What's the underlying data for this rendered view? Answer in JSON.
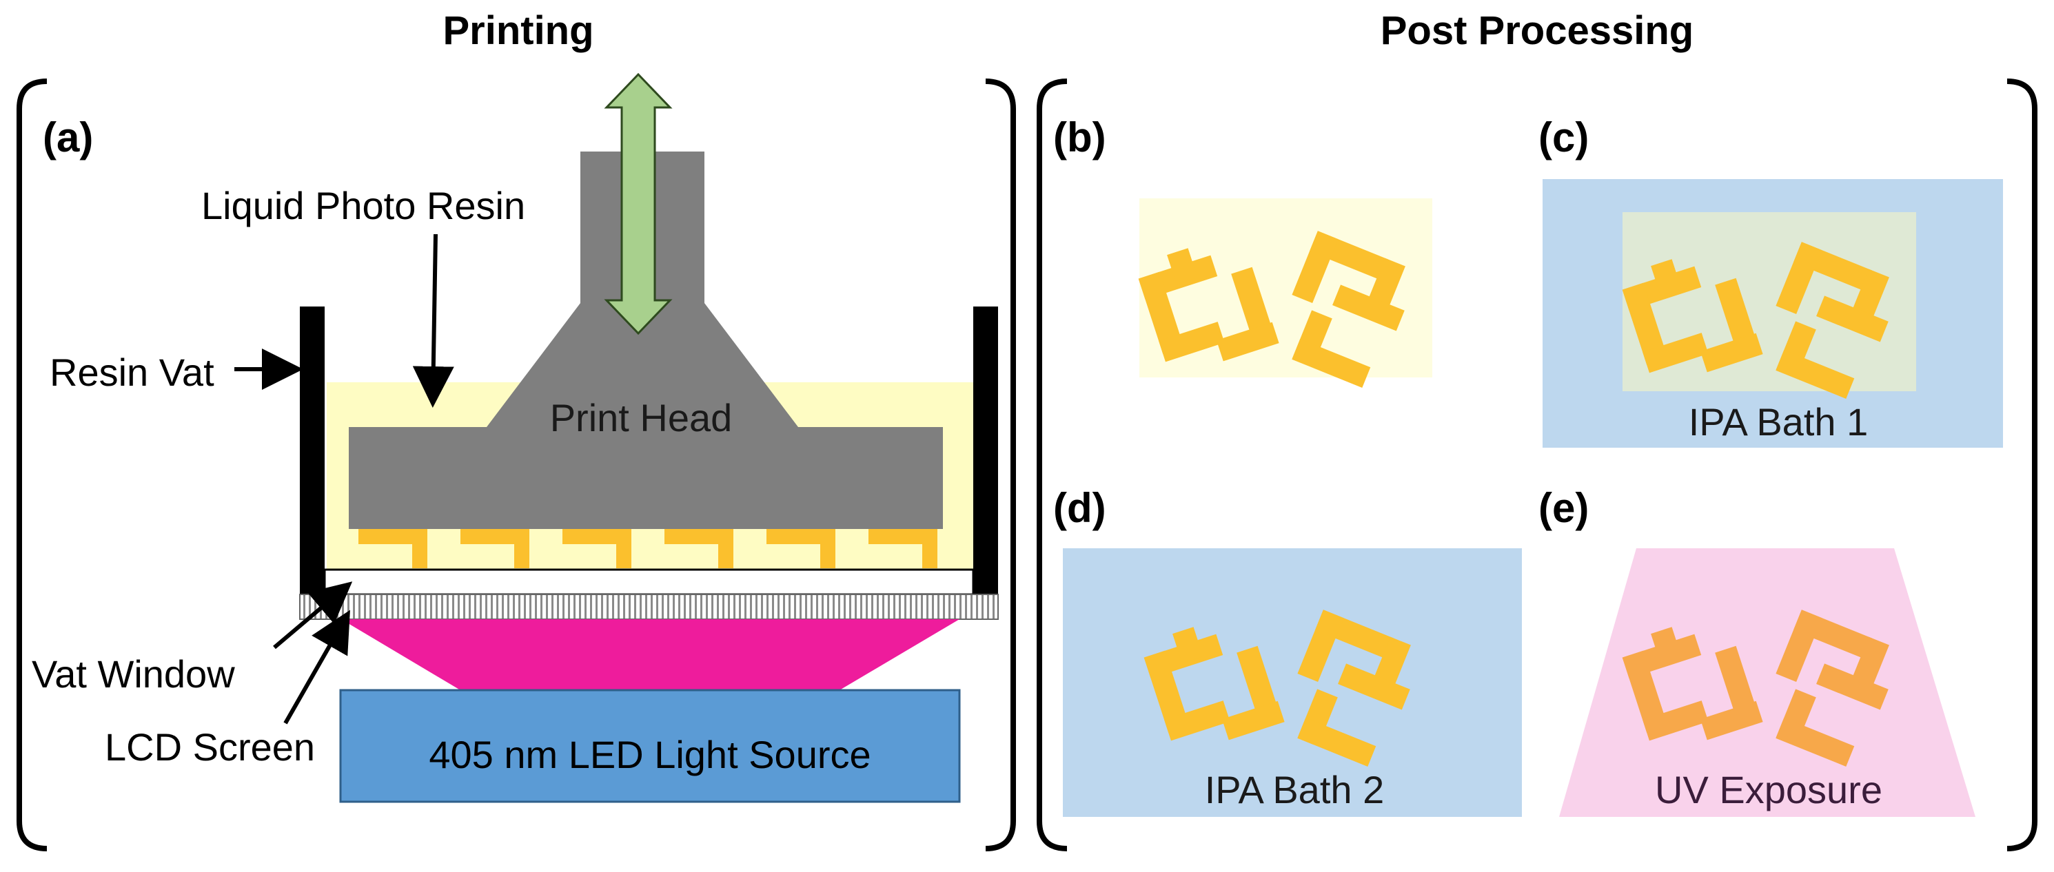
{
  "headings": {
    "printing": "Printing",
    "post_processing": "Post Processing"
  },
  "panels": {
    "a": "(a)",
    "b": "(b)",
    "c": "(c)",
    "d": "(d)",
    "e": "(e)"
  },
  "printer": {
    "resin_label": "Liquid Photo Resin",
    "vat_label": "Resin Vat",
    "print_head_label": "Print Head",
    "vat_window_label": "Vat Window",
    "lcd_label": "LCD Screen",
    "light_source_label": "405 nm LED Light Source"
  },
  "post": {
    "bath1_label": "IPA Bath 1",
    "bath2_label": "IPA Bath 2",
    "uv_label": "UV Exposure"
  },
  "colors": {
    "resin": "#fefcc3",
    "print_head": "#7f7f7f",
    "arrow": "#a8d08d",
    "part": "#fbc02d",
    "part_uv": "#f7a84a",
    "light_beam": "#ee1c9c",
    "led": "#5b9bd5",
    "ipa_bath": "#bdd7ee",
    "bath_inner": "#dfe9d5",
    "uv_exposure": "#f9d2eb",
    "uv_text": "#3b1d3b"
  }
}
